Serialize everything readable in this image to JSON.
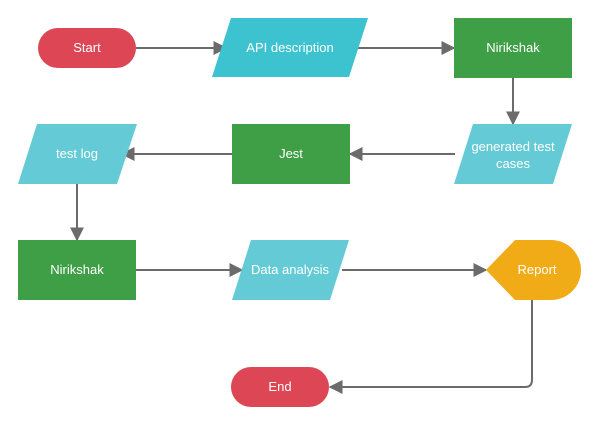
{
  "colors": {
    "terminal": "#dc4655",
    "io": "#3dc2cf",
    "io_light": "#64cbd6",
    "process": "#3f9f46",
    "report": "#f0ab17",
    "connector": "#6b6b6b"
  },
  "nodes": {
    "start": {
      "label": "Start",
      "shape": "terminal"
    },
    "api_description": {
      "label": "API description",
      "shape": "input-output"
    },
    "nirikshak_1": {
      "label": "Nirikshak",
      "shape": "process"
    },
    "generated_test_cases": {
      "label": [
        "generated test",
        "cases"
      ],
      "shape": "input-output"
    },
    "jest": {
      "label": "Jest",
      "shape": "process"
    },
    "test_log": {
      "label": "test log",
      "shape": "input-output"
    },
    "nirikshak_2": {
      "label": "Nirikshak",
      "shape": "process"
    },
    "data_analysis": {
      "label": "Data analysis",
      "shape": "input-output"
    },
    "report": {
      "label": "Report",
      "shape": "display"
    },
    "end": {
      "label": "End",
      "shape": "terminal"
    }
  },
  "edges": [
    {
      "from": "start",
      "to": "api_description"
    },
    {
      "from": "api_description",
      "to": "nirikshak_1"
    },
    {
      "from": "nirikshak_1",
      "to": "generated_test_cases"
    },
    {
      "from": "generated_test_cases",
      "to": "jest"
    },
    {
      "from": "jest",
      "to": "test_log"
    },
    {
      "from": "test_log",
      "to": "nirikshak_2"
    },
    {
      "from": "nirikshak_2",
      "to": "data_analysis"
    },
    {
      "from": "data_analysis",
      "to": "report"
    },
    {
      "from": "report",
      "to": "end"
    }
  ]
}
